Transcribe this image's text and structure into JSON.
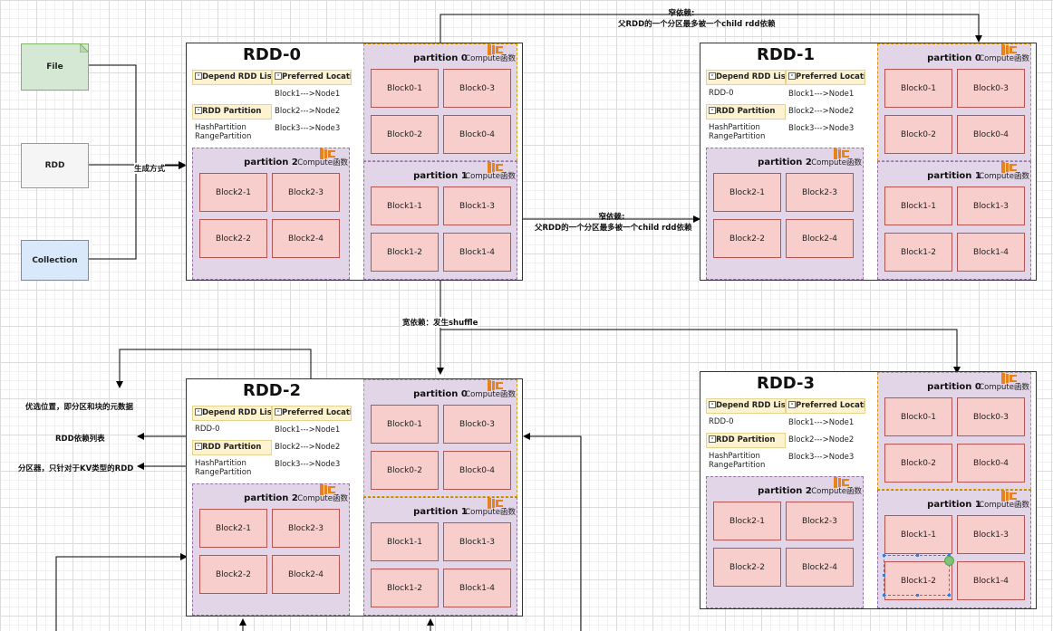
{
  "sources": {
    "file": "File",
    "rdd": "RDD",
    "collection": "Collection"
  },
  "labels": {
    "gen": "生成方式",
    "narrow_title": "窄依赖:",
    "narrow_desc": "父RDD的一个分区最多被一个child rdd依赖",
    "wide": "宽依赖：发生shuffle",
    "pref": "优选位置，即分区和块的元数据",
    "deplist": "RDD依赖列表",
    "partitioner": "分区器，只针对于KV类型的RDD"
  },
  "table_headers": {
    "depend": "Depend RDD List",
    "preferred": "Preferred Locations",
    "partition": "RDD Partition"
  },
  "partitioners": [
    "HashPartition",
    "RangePartition"
  ],
  "locations": [
    "Block1--->Node1",
    "Block2--->Node2",
    "Block3--->Node3"
  ],
  "compute": "Compute函数",
  "partitions": [
    {
      "title": "partition 0",
      "blocks": [
        "Block0-1",
        "Block0-3",
        "Block0-2",
        "Block0-4"
      ]
    },
    {
      "title": "partition 1",
      "blocks": [
        "Block1-1",
        "Block1-3",
        "Block1-2",
        "Block1-4"
      ]
    },
    {
      "title": "partition 2",
      "blocks": [
        "Block2-1",
        "Block2-3",
        "Block2-2",
        "Block2-4"
      ]
    }
  ],
  "rdds": [
    {
      "title": "RDD-0",
      "depend": ""
    },
    {
      "title": "RDD-1",
      "depend": "RDD-0"
    },
    {
      "title": "RDD-2",
      "depend": "RDD-0"
    },
    {
      "title": "RDD-3",
      "depend": "RDD-0"
    }
  ],
  "colors": {
    "block_fill": "#f8cecc",
    "block_stroke": "#b85450",
    "partition_fill": "#e1d5e7",
    "partition_stroke": "#9673a6",
    "header_fill": "#fdf3d0",
    "aws_orange": "#e7831f",
    "file_fill": "#d5e8d4",
    "collection_fill": "#dae8fc",
    "rdd_fill": "#f5f5f5"
  },
  "icons": {
    "compute": "aws-compute-icon",
    "table_toggle": "collapse-box-icon"
  }
}
